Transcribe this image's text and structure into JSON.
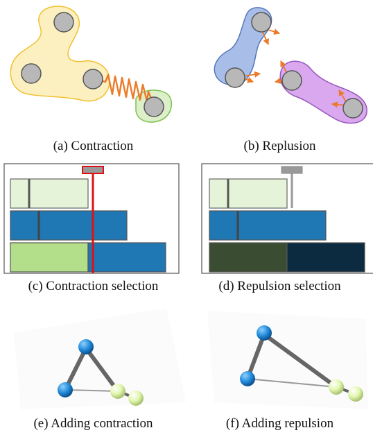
{
  "panels": [
    {
      "id": "a",
      "caption": "(a) Contraction"
    },
    {
      "id": "b",
      "caption": "(b) Replusion"
    },
    {
      "id": "c",
      "caption": "(c) Contraction selection"
    },
    {
      "id": "d",
      "caption": "(d) Repulsion selection"
    },
    {
      "id": "e",
      "caption": "(e) Adding contraction"
    },
    {
      "id": "f",
      "caption": "(f) Adding repulsion"
    }
  ],
  "colors": {
    "yellow_fill": "#fdf0c0",
    "yellow_stroke": "#f0c030",
    "green_fill": "#dcefc8",
    "green_stroke": "#7cc050",
    "blue_fill": "#a8bde8",
    "purple_fill": "#d9a8ef",
    "node": "#b8b8b8",
    "spring": "#ec7a28",
    "arrow": "#ec7a28",
    "bar_blue": "#1f77b4",
    "bar_lightgreen": "#b3df8a",
    "bar_palegreen": "#e5f4d8",
    "bar_darkgreen": "#3a4d33",
    "bar_darknavy": "#0c2a40",
    "selector_red": "#e01010",
    "selector_gray": "#999999",
    "sphere_blue": "#1e88d8",
    "sphere_green": "#e2f7b0"
  }
}
